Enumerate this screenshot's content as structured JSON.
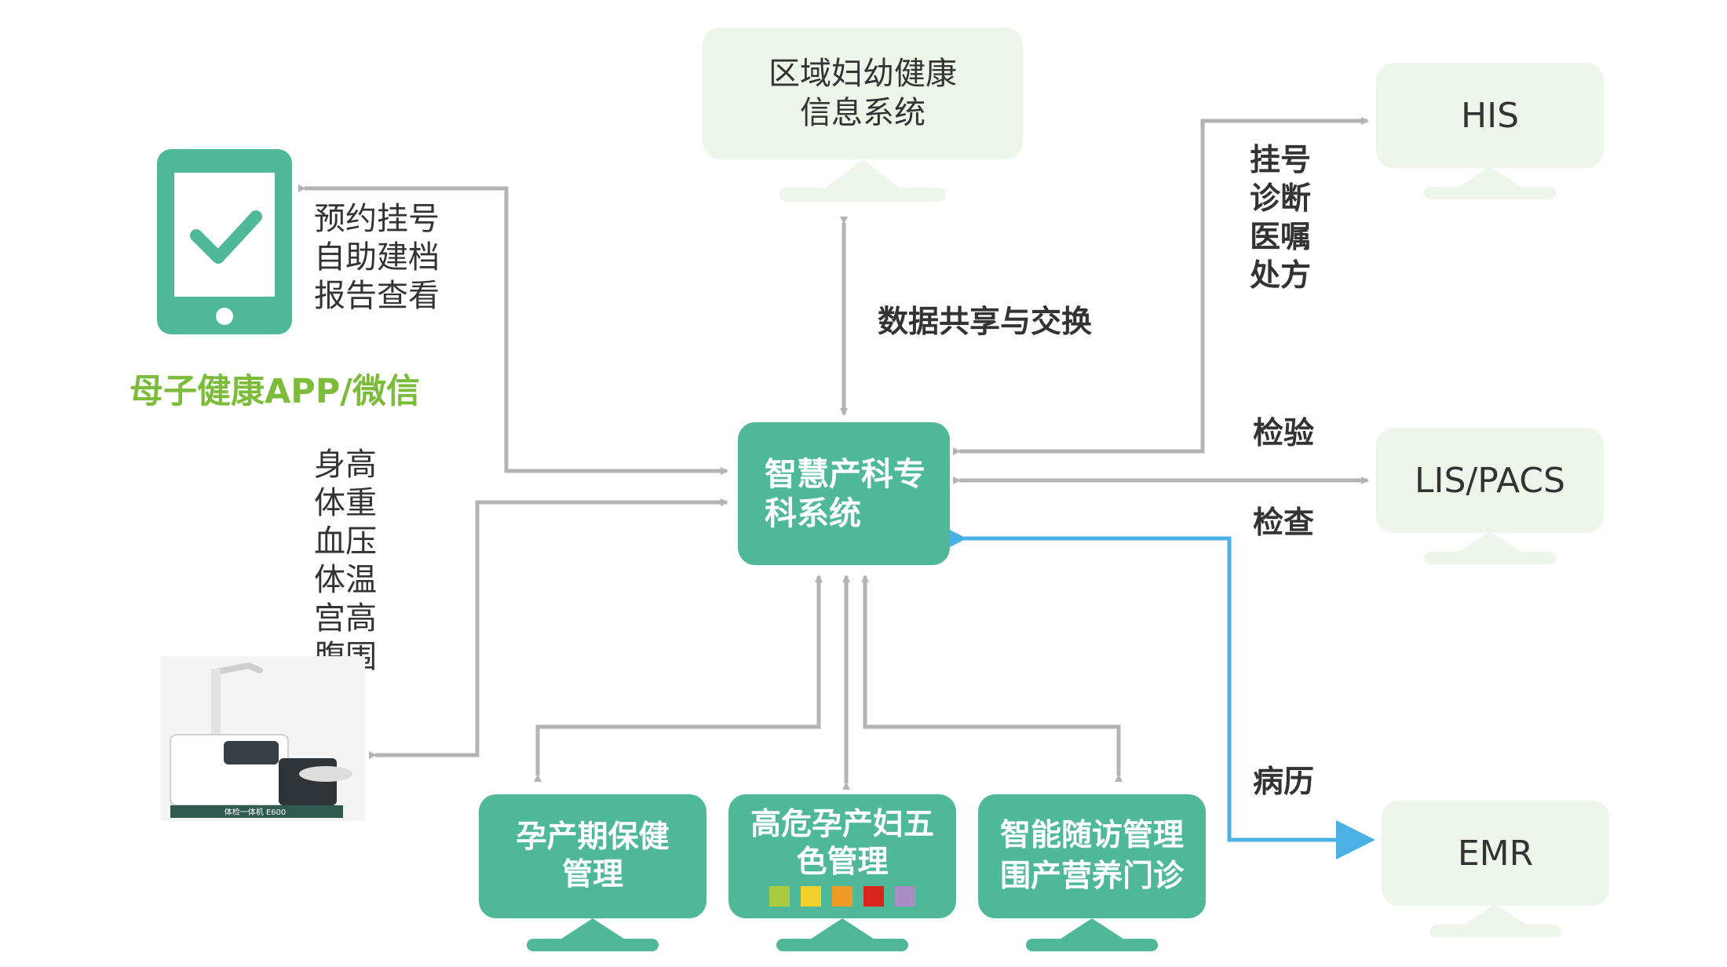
{
  "colors": {
    "accent_green": "#4fb898",
    "light_green": "#eef6ea",
    "app_label_green": "#7cbc3a",
    "arrow_gray": "#b3b3b3",
    "arrow_blue": "#4ab0e6"
  },
  "nodes": {
    "regional": [
      "区域妇幼健康",
      "信息系统"
    ],
    "his": "HIS",
    "lis": "LIS/PACS",
    "emr": "EMR",
    "center": [
      "智慧产科专",
      "科系统"
    ],
    "prenatal": [
      "孕产期保健",
      "管理"
    ],
    "highrisk": [
      "高危孕产妇五",
      "色管理"
    ],
    "followup": [
      "智能随访管理",
      "围产营养门诊"
    ]
  },
  "highrisk_colors": [
    "#a9cc3e",
    "#f2d12a",
    "#ef9a22",
    "#d9231d",
    "#a98cc4"
  ],
  "app": {
    "label": "母子健康APP/微信",
    "icon": "phone-check-icon",
    "services": [
      "预约挂号",
      "自助建档",
      "报告查看"
    ]
  },
  "device": {
    "icon": "health-check-kiosk",
    "caption": "体检一体机 E600",
    "measures": [
      "身高",
      "体重",
      "血压",
      "体温",
      "宫高",
      "腹围"
    ]
  },
  "links": {
    "regional_exchange": "数据共享与交换",
    "his_items": [
      "挂号",
      "诊断",
      "医嘱",
      "处方"
    ],
    "lis_items": [
      "检验",
      "检查"
    ],
    "emr_item": "病历"
  }
}
